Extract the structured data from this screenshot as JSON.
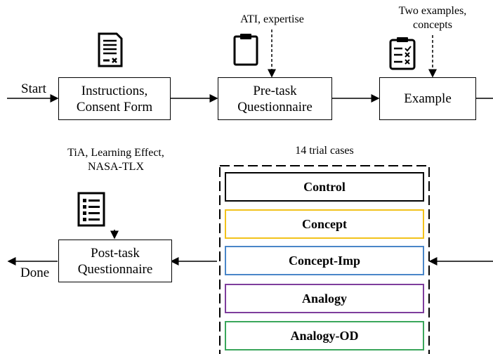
{
  "flow": {
    "start_label": "Start",
    "done_label": "Done",
    "instructions": {
      "line1": "Instructions,",
      "line2": "Consent Form"
    },
    "pretask": {
      "line1": "Pre-task",
      "line2": "Questionnaire",
      "annotation": "ATI, expertise"
    },
    "example": {
      "label": "Example",
      "annotation_line1": "Two examples,",
      "annotation_line2": "concepts"
    },
    "trials": {
      "caption": "14 trial cases",
      "conditions": [
        {
          "label": "Control",
          "color": "#000000"
        },
        {
          "label": "Concept",
          "color": "#f2c21b"
        },
        {
          "label": "Concept-Imp",
          "color": "#4a86c8"
        },
        {
          "label": "Analogy",
          "color": "#7e3d9c"
        },
        {
          "label": "Analogy-OD",
          "color": "#3aa65b"
        }
      ]
    },
    "posttask": {
      "line1": "Post-task",
      "line2": "Questionnaire",
      "annotation_line1": "TiA, Learning Effect,",
      "annotation_line2": "NASA-TLX"
    }
  },
  "icons": [
    "document-icon",
    "clipboard-icon",
    "checklist-icon",
    "list-icon"
  ]
}
